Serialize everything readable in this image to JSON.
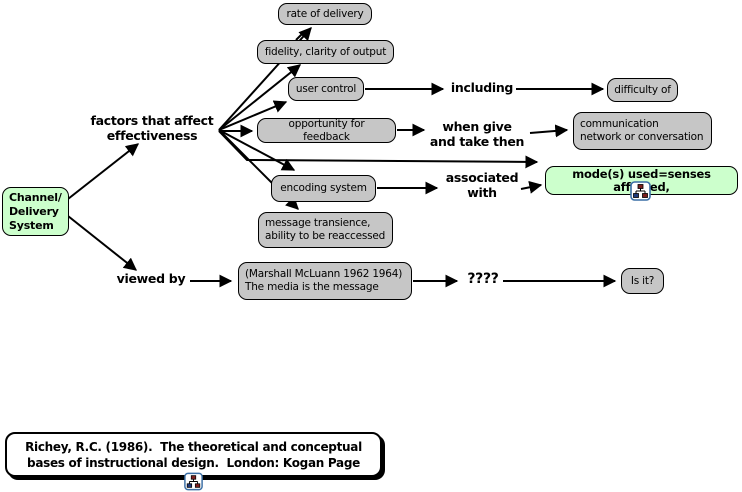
{
  "colors": {
    "concept_fill": "#c6c6c6",
    "highlight_fill": "#ccffcc",
    "border": "#000000",
    "background": "#ffffff",
    "icon_border_blue": "#3a6ea5",
    "icon_node_red": "#7a1f1f",
    "icon_node_blue": "#1f3a7a"
  },
  "concepts": {
    "rate": {
      "label": "rate of delivery"
    },
    "fidelity": {
      "label": "fidelity, clarity of output"
    },
    "user_control": {
      "label": "user control"
    },
    "difficulty": {
      "label": "difficulty of"
    },
    "opportunity": {
      "label": "opportunity for feedback"
    },
    "communication": {
      "label": "communication\nnetwork or conversation"
    },
    "encoding": {
      "label": "encoding system"
    },
    "message_transience": {
      "label": "message transience,\nability to be reaccessed"
    },
    "modes": {
      "label": "mode(s) used=senses affected,"
    },
    "channel": {
      "label": "Channel/\nDelivery\nSystem"
    },
    "mcluhan": {
      "label": "(Marshall McLuann 1962 1964)\nThe media is the message"
    },
    "is_it": {
      "label": "Is it?"
    }
  },
  "link_labels": {
    "factors": {
      "label": "factors that affect\neffectiveness"
    },
    "including": {
      "label": "including"
    },
    "when_give": {
      "label": "when give\nand take then"
    },
    "associated": {
      "label": "associated\nwith"
    },
    "viewed_by": {
      "label": "viewed by"
    },
    "questions": {
      "label": "????"
    }
  },
  "citation": {
    "label": "Richey, R.C. (1986).  The theoretical and conceptual\nbases of instructional design.  London: Kogan Page"
  },
  "icons": {
    "modes_resource": "linked-map-icon",
    "citation_resource": "linked-map-icon"
  }
}
